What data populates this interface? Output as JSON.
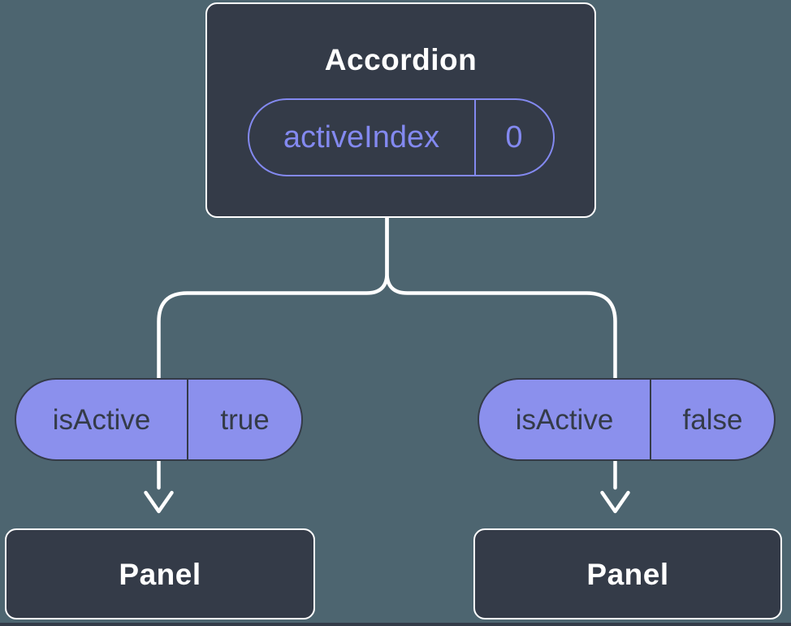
{
  "root": {
    "label": "Accordion",
    "state": {
      "name": "activeIndex",
      "value": "0"
    }
  },
  "children": [
    {
      "prop": {
        "name": "isActive",
        "value": "true"
      },
      "label": "Panel"
    },
    {
      "prop": {
        "name": "isActive",
        "value": "false"
      },
      "label": "Panel"
    }
  ],
  "colors": {
    "background": "#4d6570",
    "node_background": "#343b48",
    "node_border": "#ffffff",
    "node_text": "#ffffff",
    "state_accent": "#8389f0",
    "prop_pill_fill": "#8b90ed",
    "prop_pill_text": "#343b48",
    "connector": "#ffffff"
  }
}
